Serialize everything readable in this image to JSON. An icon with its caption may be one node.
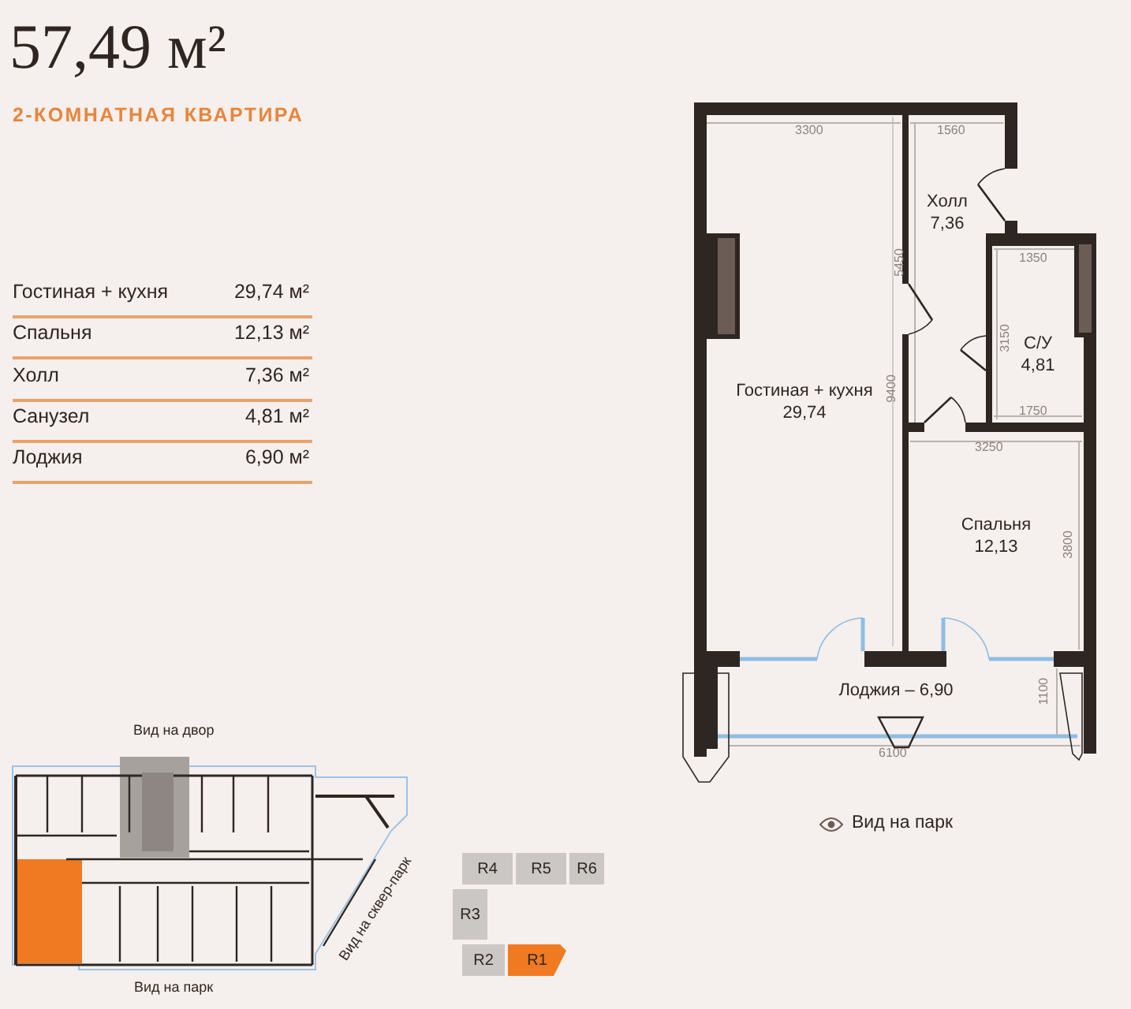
{
  "diagram": {
    "title": "57,49 м²",
    "nodes": [
      {
        "text": [
          "Гостиная + кухня",
          "29,74"
        ]
      },
      {
        "text": [
          "Холл",
          "7,36"
        ]
      },
      {
        "text": [
          "С/У",
          "4,81"
        ]
      },
      {
        "text": [
          "Спальня",
          "12,13"
        ]
      },
      {
        "text": [
          "Лоджия – 6,90"
        ]
      },
      {
        "text": [
          "R4"
        ]
      },
      {
        "text": [
          "R5"
        ]
      },
      {
        "text": [
          "R6"
        ]
      },
      {
        "text": [
          "R3"
        ]
      },
      {
        "text": [
          "R2"
        ]
      },
      {
        "text": [
          "R1"
        ]
      }
    ],
    "labels": [
      "2-КОМНАТНАЯ КВАРТИРА",
      "Гостиная + кухня",
      "29,74 м²",
      "Спальня",
      "12,13 м²",
      "Холл",
      "7,36 м²",
      "Санузел",
      "4,81 м²",
      "Лоджия",
      "6,90 м²",
      "3300",
      "1560",
      "5450",
      "1350",
      "3150",
      "9400",
      "1750",
      "3250",
      "3800",
      "1100",
      "6100",
      "Вид на парк",
      "Вид на двор",
      "Вид на сквер-парк",
      "Вид на парк"
    ]
  }
}
